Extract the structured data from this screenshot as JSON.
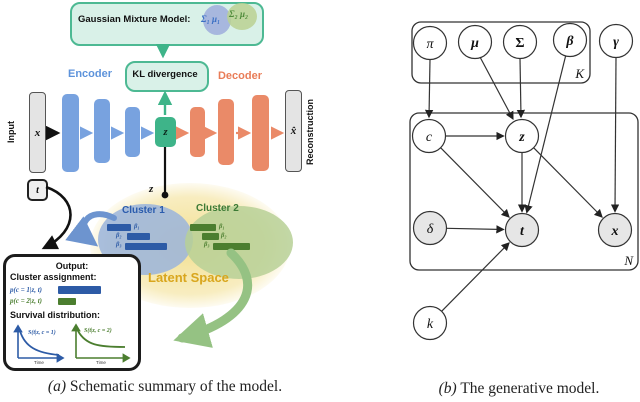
{
  "figure_a": {
    "caption_prefix": "(a)",
    "caption": "Schematic summary of the model.",
    "gmm_label": "Gaussian Mixture Model:",
    "gmm_comp1": "Σ₁ μ₁",
    "gmm_comp2": "Σ₂ μ₂",
    "kl_label": "KL divergence",
    "encoder_label": "Encoder",
    "decoder_label": "Decoder",
    "input_label": "Input",
    "reconstruction_label": "Reconstruction",
    "x_label": "x",
    "z_label": "z",
    "z_point_label": "z",
    "xhat_label": "x̂",
    "t_label": "t",
    "cluster1": {
      "title": "Cluster 1",
      "beta1": "β₁",
      "beta2": "β₂",
      "beta3": "β₃"
    },
    "cluster2": {
      "title": "Cluster 2",
      "beta1": "β₁",
      "beta2": "β₂",
      "beta3": "β₃"
    },
    "latent_label": "Latent Space",
    "output": {
      "title": "Output:",
      "assignment_title": "Cluster assignment:",
      "p1": "p(c = 1|z, t)",
      "p2": "p(c = 2|z, t)",
      "survival_title": "Survival distribution:",
      "s1": "S(t|z, c = 1)",
      "s2": "S(t|z, c = 2)",
      "time1": "Time",
      "time2": "Time"
    },
    "colors": {
      "encoder_blue": "#5d93db",
      "decoder_coral": "#e97c57",
      "bar_blue": "#78a2df",
      "bar_coral": "#ea8a68",
      "z_green": "#3eb489",
      "mint_fill": "#d9f1e8",
      "mint_border": "#4db993",
      "cluster1_blue": "#2d5ba6",
      "cluster2_green": "#4b7e2f",
      "latent_gold": "#d9a61d"
    }
  },
  "figure_b": {
    "caption_prefix": "(b)",
    "caption": "The generative model.",
    "plate_k_label": "K",
    "plate_n_label": "N",
    "nodes": {
      "pi": "π",
      "mu": "μ",
      "sigma": "Σ",
      "beta": "β",
      "gamma": "γ",
      "c": "c",
      "z": "z",
      "delta": "δ",
      "t": "t",
      "x": "x",
      "k": "k"
    }
  }
}
